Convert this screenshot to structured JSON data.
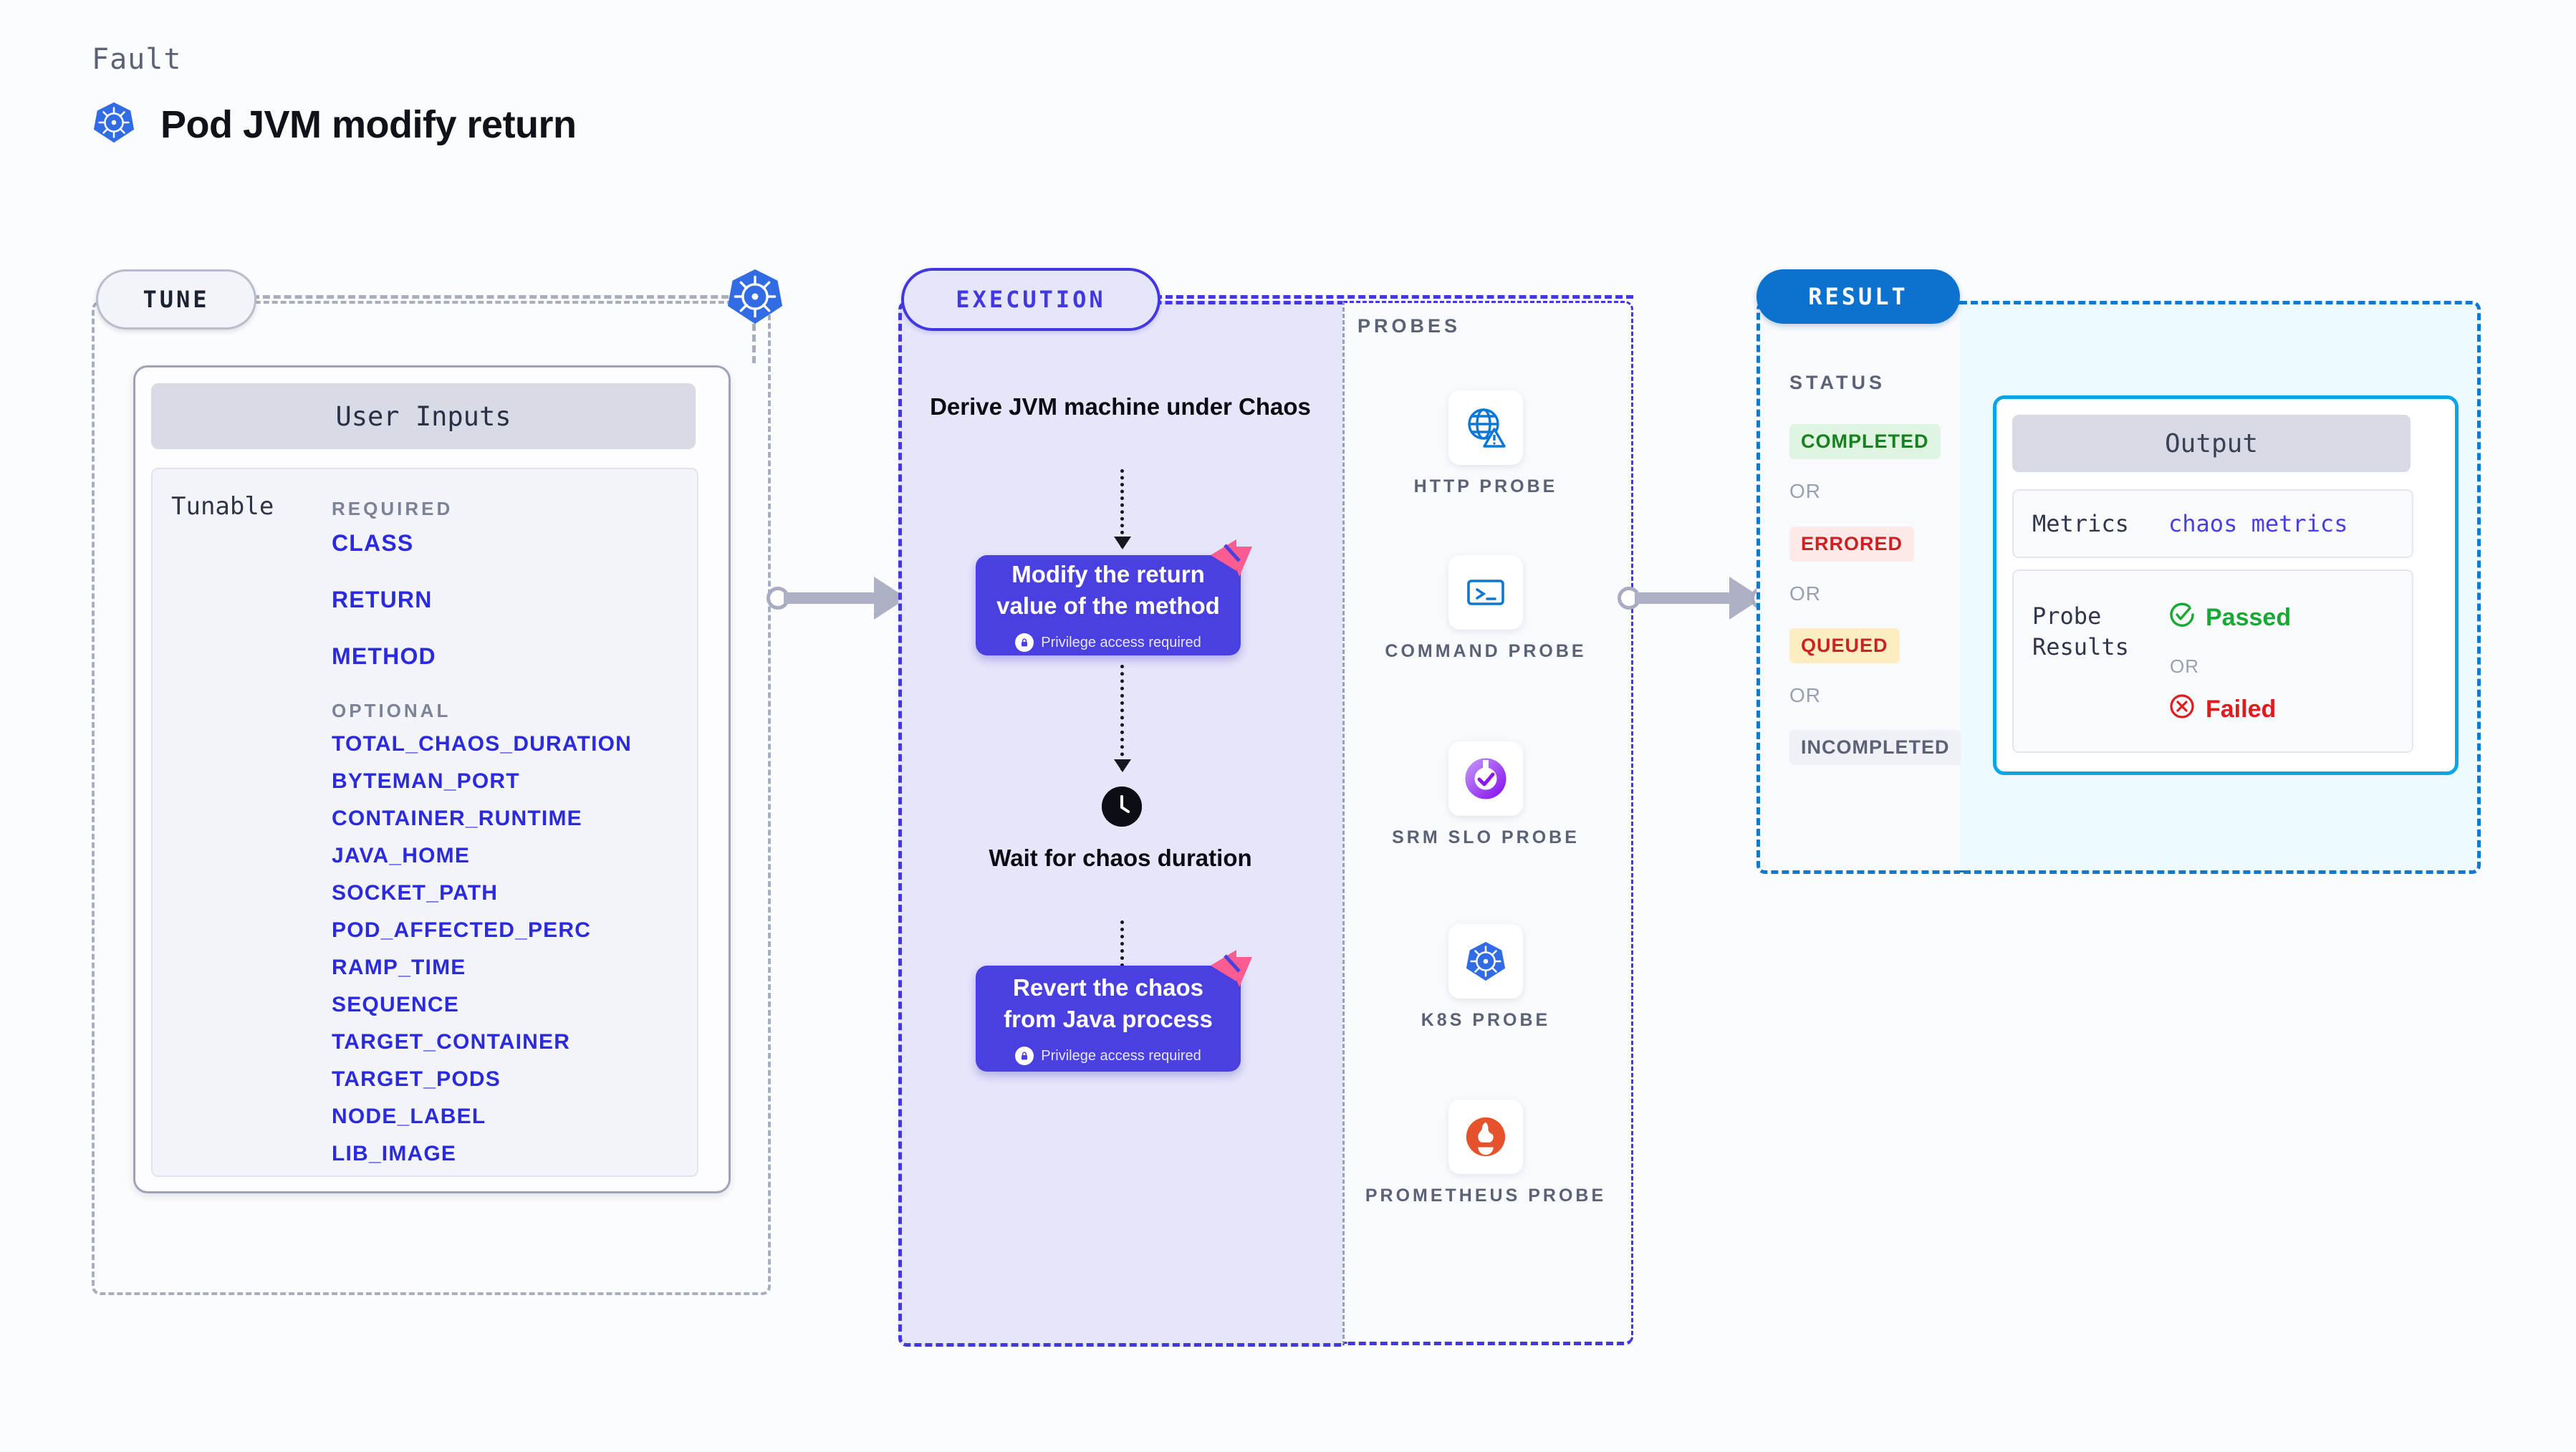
{
  "header": {
    "kicker": "Fault",
    "title": "Pod JVM modify return",
    "icon": "kubernetes-icon"
  },
  "tune": {
    "pill_label": "TUNE",
    "connector_icon": "kubernetes-icon",
    "card_title": "User Inputs",
    "tunable_label": "Tunable",
    "required_heading": "REQUIRED",
    "optional_heading": "OPTIONAL",
    "required": [
      "CLASS",
      "RETURN",
      "METHOD"
    ],
    "optional": [
      "TOTAL_CHAOS_DURATION",
      "BYTEMAN_PORT",
      "CONTAINER_RUNTIME",
      "JAVA_HOME",
      "SOCKET_PATH",
      "POD_AFFECTED_PERC",
      "RAMP_TIME",
      "SEQUENCE",
      "TARGET_CONTAINER",
      "TARGET_PODS",
      "NODE_LABEL",
      "LIB_IMAGE"
    ]
  },
  "execution": {
    "pill_label": "EXECUTION",
    "step1": "Derive JVM machine under Chaos",
    "card1": {
      "title": "Modify the return value of the method",
      "note": "Privilege access required",
      "badge_icon": "litmus-ribbon-icon",
      "lock_icon": "lock-icon"
    },
    "wait_step": "Wait for chaos duration",
    "wait_icon": "clock-icon",
    "card2": {
      "title": "Revert the chaos from Java process",
      "note": "Privilege access required",
      "badge_icon": "litmus-ribbon-icon",
      "lock_icon": "lock-icon"
    }
  },
  "probes": {
    "title": "PROBES",
    "items": [
      {
        "label": "HTTP PROBE",
        "icon": "globe-warning-icon"
      },
      {
        "label": "COMMAND PROBE",
        "icon": "terminal-icon"
      },
      {
        "label": "SRM SLO PROBE",
        "icon": "srm-slo-donut-icon"
      },
      {
        "label": "K8S PROBE",
        "icon": "kubernetes-icon"
      },
      {
        "label": "PROMETHEUS PROBE",
        "icon": "prometheus-icon"
      }
    ]
  },
  "result": {
    "pill_label": "RESULT",
    "status_title": "STATUS",
    "or_label": "OR",
    "statuses": [
      {
        "label": "COMPLETED",
        "bg": "#dff5e1",
        "fg": "#17801f"
      },
      {
        "label": "ERRORED",
        "bg": "#fce9e8",
        "fg": "#cc2222"
      },
      {
        "label": "QUEUED",
        "bg": "#fdeec2",
        "fg": "#cc2222"
      },
      {
        "label": "INCOMPLETED",
        "bg": "#f0f1f6",
        "fg": "#5b6275"
      }
    ],
    "output": {
      "title": "Output",
      "metrics_label": "Metrics",
      "metrics_value": "chaos metrics",
      "probe_results_label": "Probe Results",
      "passed_label": "Passed",
      "failed_label": "Failed",
      "or_label": "OR",
      "passed_icon": "check-circle-icon",
      "failed_icon": "x-circle-icon"
    }
  },
  "colors": {
    "accent_purple": "#4a3fe0",
    "accent_blue": "#0d72cd",
    "accent_cyan": "#08a5e8",
    "param_blue": "#2b2bdd",
    "ribbon_pink": "#fb5c92",
    "k8s_blue": "#326ce5",
    "prometheus_orange": "#e6522c"
  }
}
